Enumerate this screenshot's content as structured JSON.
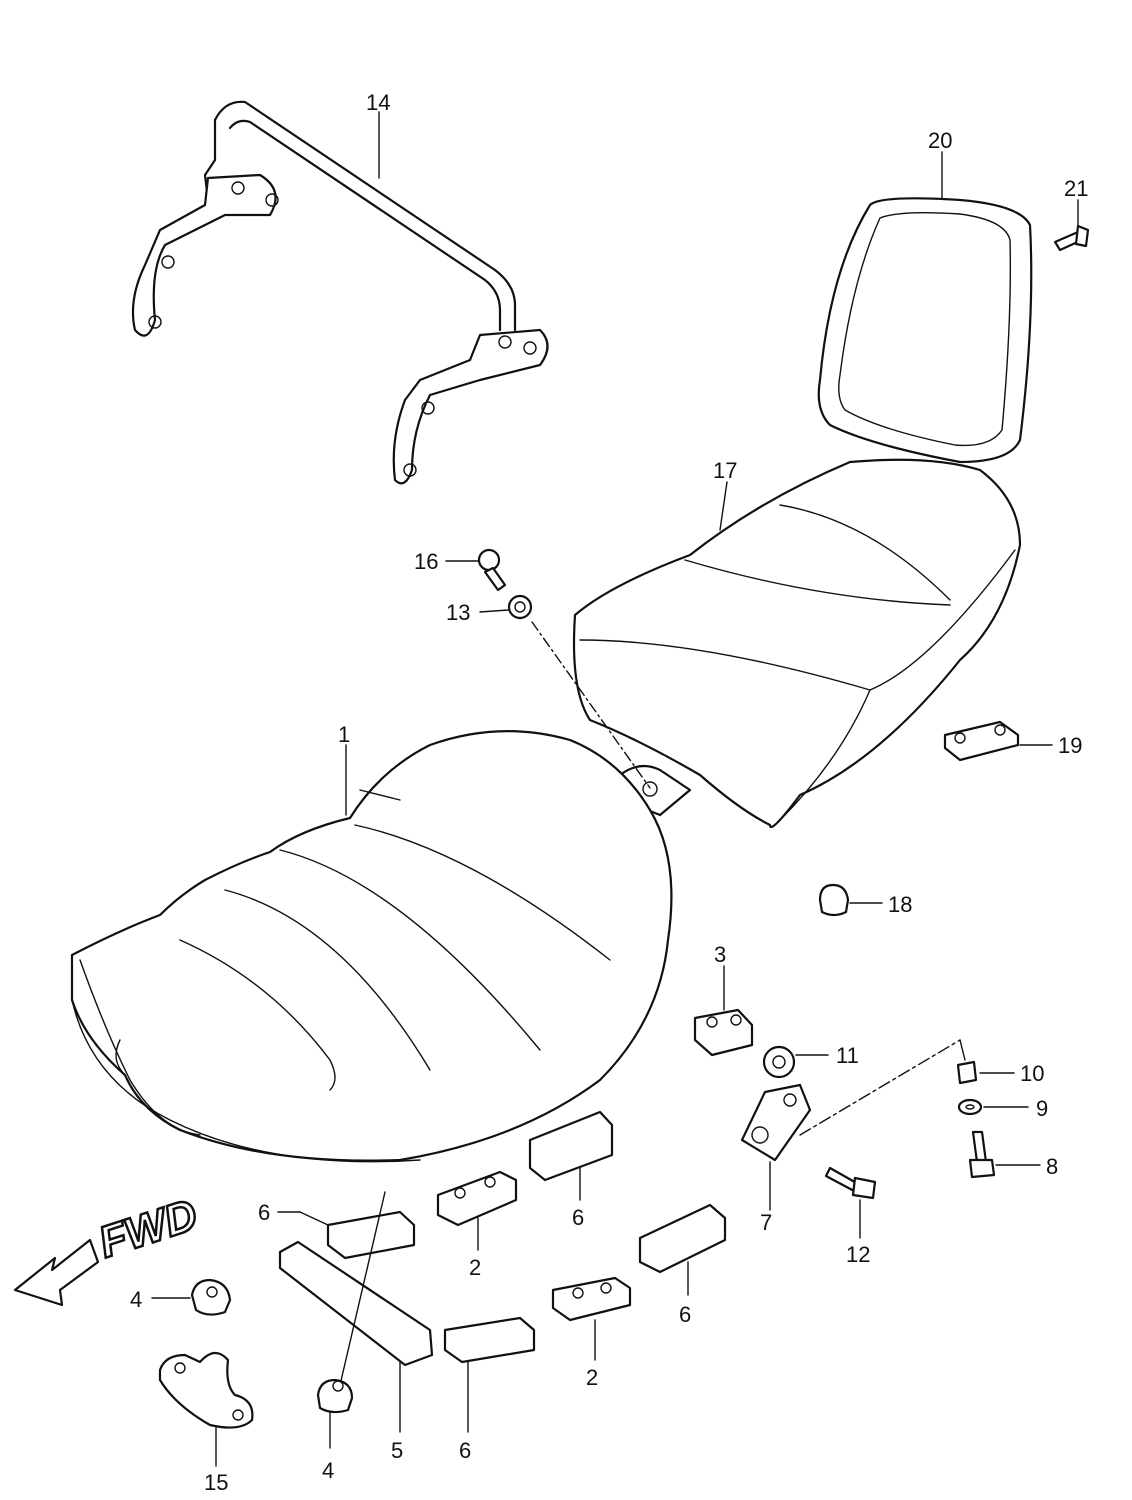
{
  "labels": {
    "p1": "1",
    "p2a": "2",
    "p2b": "2",
    "p3": "3",
    "p4a": "4",
    "p4b": "4",
    "p5": "5",
    "p6a": "6",
    "p6b": "6",
    "p6c": "6",
    "p6d": "6",
    "p7": "7",
    "p8": "8",
    "p9": "9",
    "p10": "10",
    "p11": "11",
    "p12": "12",
    "p13": "13",
    "p14": "14",
    "p15": "15",
    "p16": "16",
    "p17": "17",
    "p18": "18",
    "p19": "19",
    "p20": "20",
    "p21": "21"
  },
  "direction": "FWD"
}
